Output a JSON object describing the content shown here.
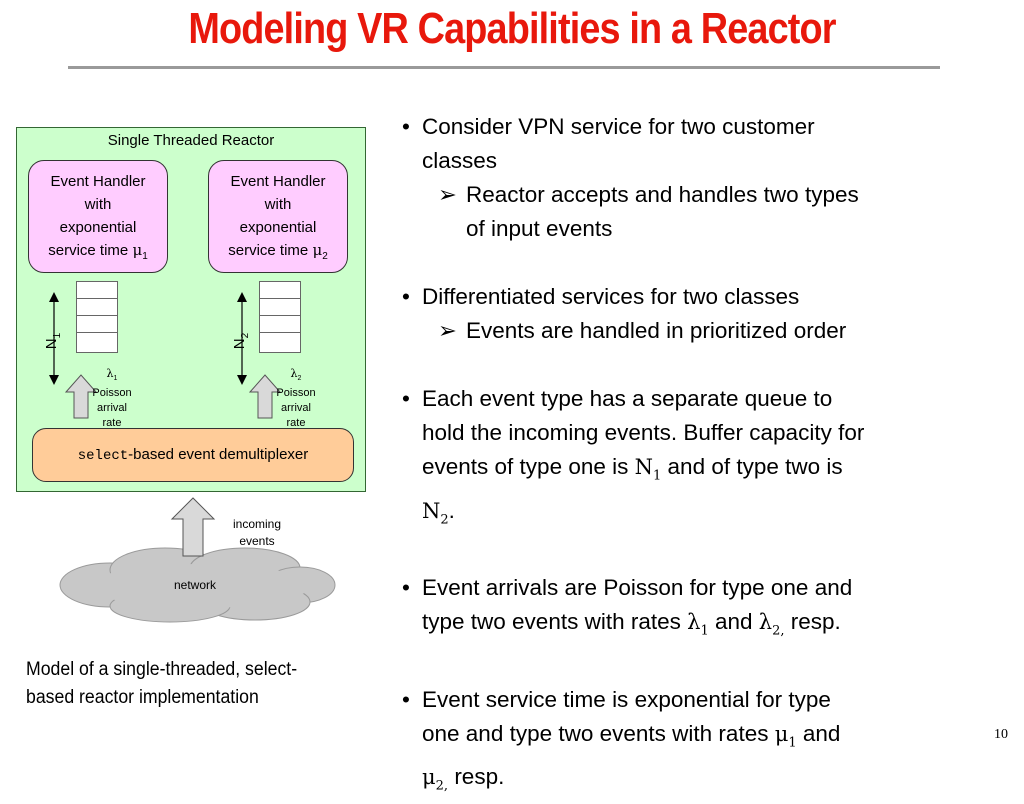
{
  "slide": {
    "title": "Modeling VR Capabilities in a Reactor",
    "page_number": "10"
  },
  "diagram": {
    "reactor_title": "Single Threaded Reactor",
    "handler1": {
      "l1": "Event Handler",
      "l2": "with",
      "l3": "exponential",
      "l4": "service time ",
      "symbol": "μ",
      "sub": "1"
    },
    "handler2": {
      "l1": "Event Handler",
      "l2": "with",
      "l3": "exponential",
      "l4": "service time ",
      "symbol": "μ",
      "sub": "2"
    },
    "queue1": {
      "label": "N",
      "sub": "1"
    },
    "queue2": {
      "label": "N",
      "sub": "2"
    },
    "arrival1": {
      "symbol": "λ",
      "sub": "1",
      "l1": "Poisson",
      "l2": "arrival",
      "l3": "rate"
    },
    "arrival2": {
      "symbol": "λ",
      "sub": "2",
      "l1": "Poisson",
      "l2": "arrival",
      "l3": "rate"
    },
    "demux": {
      "mono": "select",
      "text": "-based event demultiplexer"
    },
    "incoming": {
      "l1": "incoming",
      "l2": "events"
    },
    "network": "network",
    "caption": "Model of a single-threaded, select-based reactor implementation"
  },
  "bullets": {
    "b1": {
      "dot": "•",
      "line1": "Consider VPN service for two customer",
      "line2": "classes"
    },
    "b1s": {
      "arrow": "➢",
      "line1": "Reactor accepts and handles two types",
      "line2": "of input events"
    },
    "b2": {
      "dot": "•",
      "line1": "Differentiated services for two classes"
    },
    "b2s": {
      "arrow": "➢",
      "line1": "Events are handled in prioritized order"
    },
    "b3": {
      "dot": "•",
      "line1": "Each event type has a separate queue to",
      "line2": "hold the incoming events. Buffer capacity for",
      "line3a": "events of type one is ",
      "n1": "N",
      "n1sub": "1",
      "line3b": " and of type two is",
      "n2": "N",
      "n2sub": "2",
      "line4": "."
    },
    "b4": {
      "dot": "•",
      "line1": "Event arrivals are Poisson for type one and",
      "line2a": "type two events with rates ",
      "l1": "λ",
      "l1sub": "1",
      "and": " and ",
      "l2": "λ",
      "l2sub": "2,",
      "line2b": " resp."
    },
    "b5": {
      "dot": "•",
      "line1": "Event service time is exponential for type",
      "line2a": "one and type two events with rates ",
      "m1": "μ",
      "m1sub": "1",
      "line2b": " and",
      "m2": "μ",
      "m2sub": "2,",
      "line3": " resp."
    }
  },
  "colors": {
    "title": "#e8180c",
    "reactor_bg": "#ccffcc",
    "handler_bg": "#ffccff",
    "demux_bg": "#ffcc99",
    "cloud": "#c8c8c8",
    "arrow_fill": "#d9d9d9"
  }
}
